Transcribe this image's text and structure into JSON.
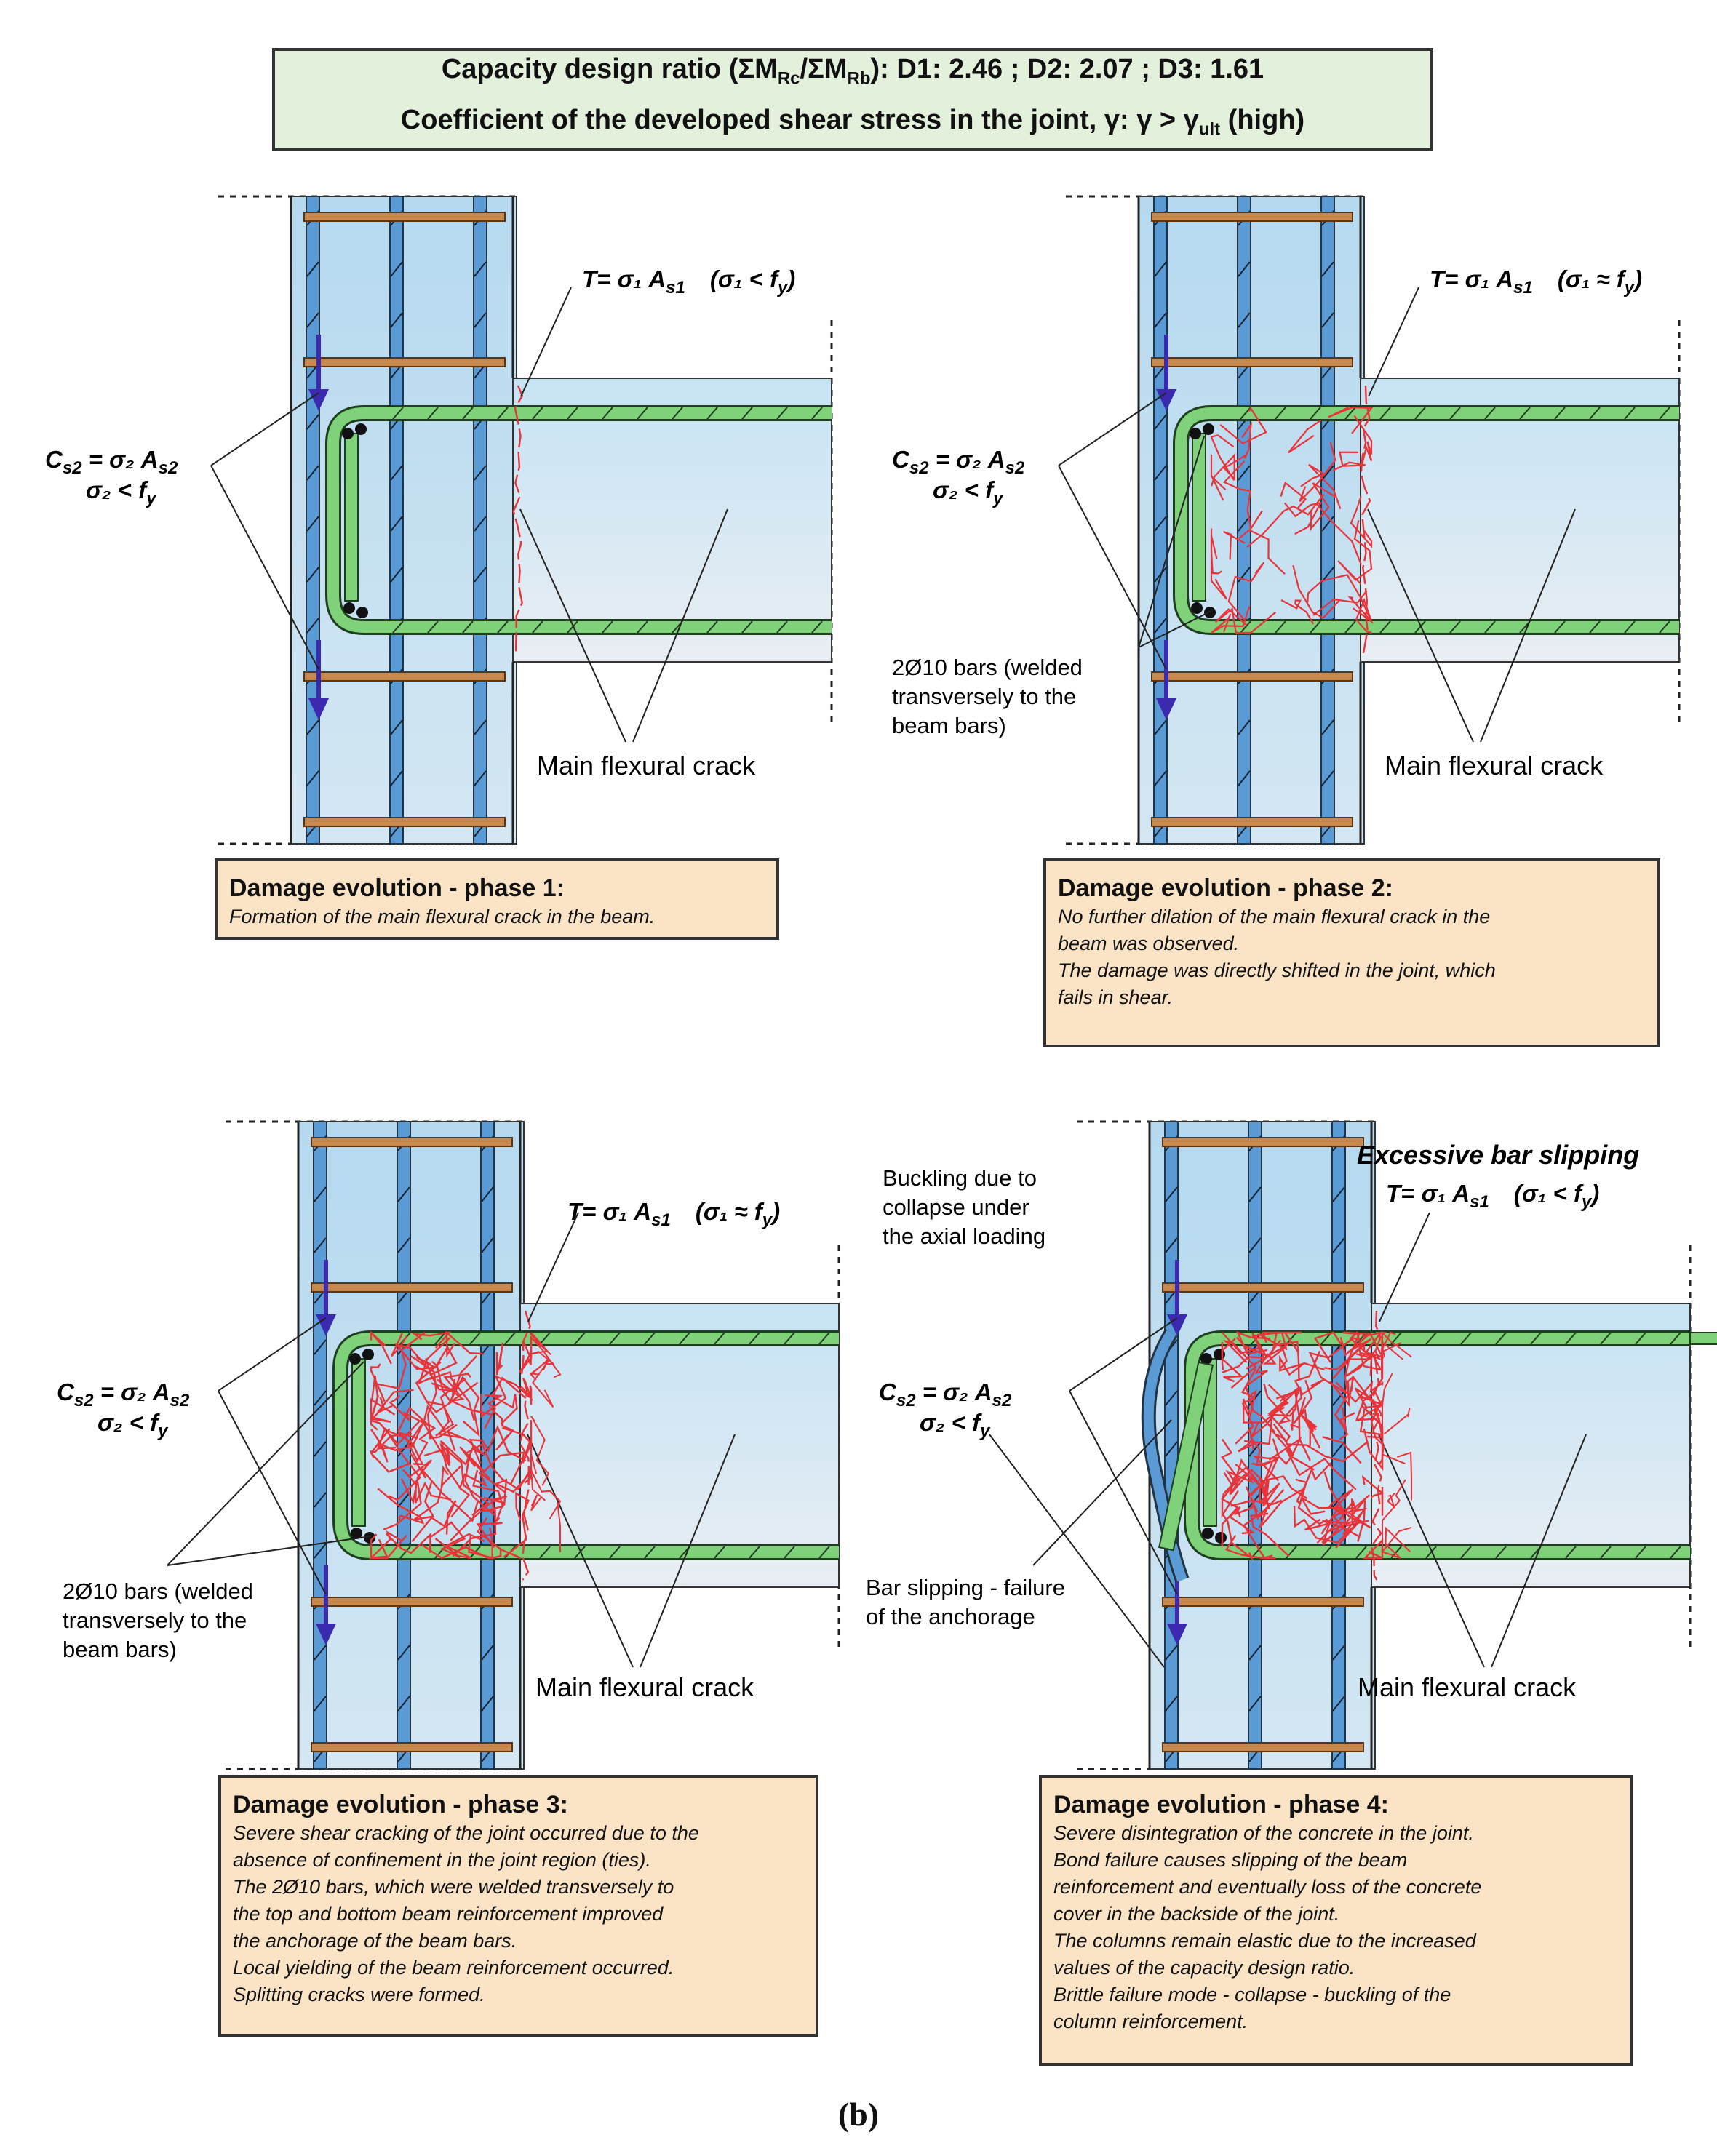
{
  "header": {
    "line1_prefix": "Capacity design ratio (ΣM",
    "line1_sub1": "Rc",
    "line1_mid": "/ΣM",
    "line1_sub2": "Rb",
    "line1_suffix": "):   D1: 2.46  ;  D2: 2.07  ;  D3: 1.61",
    "line2_prefix": "Coefficient of the developed shear stress in the joint, γ:   γ > γ",
    "line2_sub": "ult",
    "line2_suffix": "  (high)"
  },
  "labels": {
    "tension_force": "T= σ₁ A",
    "tension_sub": "s1",
    "cond_lt": "(σ₁ < f",
    "cond_approx": "(σ₁ ≈ f",
    "cond_close_sub": "y",
    "cond_close": ")",
    "compression_force": "C",
    "compression_sub": "s2",
    "compression_eq": " = σ₂ A",
    "compression_sub2": "s2",
    "compression_cond": "σ₂ < f",
    "compression_cond_sub": "y",
    "main_crack": "Main flexural crack",
    "bars_l1": "2Ø10 bars (welded",
    "bars_l2": "transversely to the",
    "bars_l3": "beam bars)",
    "buckling_l1": "Buckling due to",
    "buckling_l2": "collapse under",
    "buckling_l3": "the axial loading",
    "slipping_l1": "Bar slipping - failure",
    "slipping_l2": "of the anchorage",
    "excessive": "Excessive bar slipping"
  },
  "phases": [
    {
      "title": "Damage evolution - phase 1:",
      "lines": [
        "Formation of the main flexural crack in the beam."
      ]
    },
    {
      "title": "Damage evolution - phase 2:",
      "lines": [
        "No further dilation of the main flexural crack in the",
        "beam was observed.",
        "The damage was directly shifted in the joint, which",
        "fails in shear."
      ]
    },
    {
      "title": "Damage evolution - phase 3:",
      "lines": [
        "Severe shear cracking of the joint occurred due to the",
        "absence of confinement in the joint region (ties).",
        "The 2Ø10 bars, which were welded transversely to",
        "the top and bottom beam reinforcement improved",
        "the anchorage of the beam bars.",
        "Local yielding of the beam reinforcement occurred.",
        "Splitting cracks were formed."
      ]
    },
    {
      "title": "Damage evolution - phase 4:",
      "lines": [
        "Severe disintegration of the concrete in the joint.",
        "Bond failure causes slipping of the beam",
        "reinforcement and eventually loss of the concrete",
        "cover in the backside of the joint.",
        "The columns remain elastic due to the increased",
        "values of the capacity design ratio.",
        "Brittle failure mode - collapse - buckling of the",
        "column reinforcement."
      ]
    }
  ],
  "caption": "(b)",
  "colors": {
    "concrete": "#bcdcef",
    "column_bar": "#5b9bd5",
    "beam_bar": "#7fd27a",
    "tie": "#c8874c",
    "crack": "#e8333a",
    "arrow": "#3b2ab0",
    "header_bg": "#e3f1dc",
    "box_bg": "#fbe3c6"
  }
}
